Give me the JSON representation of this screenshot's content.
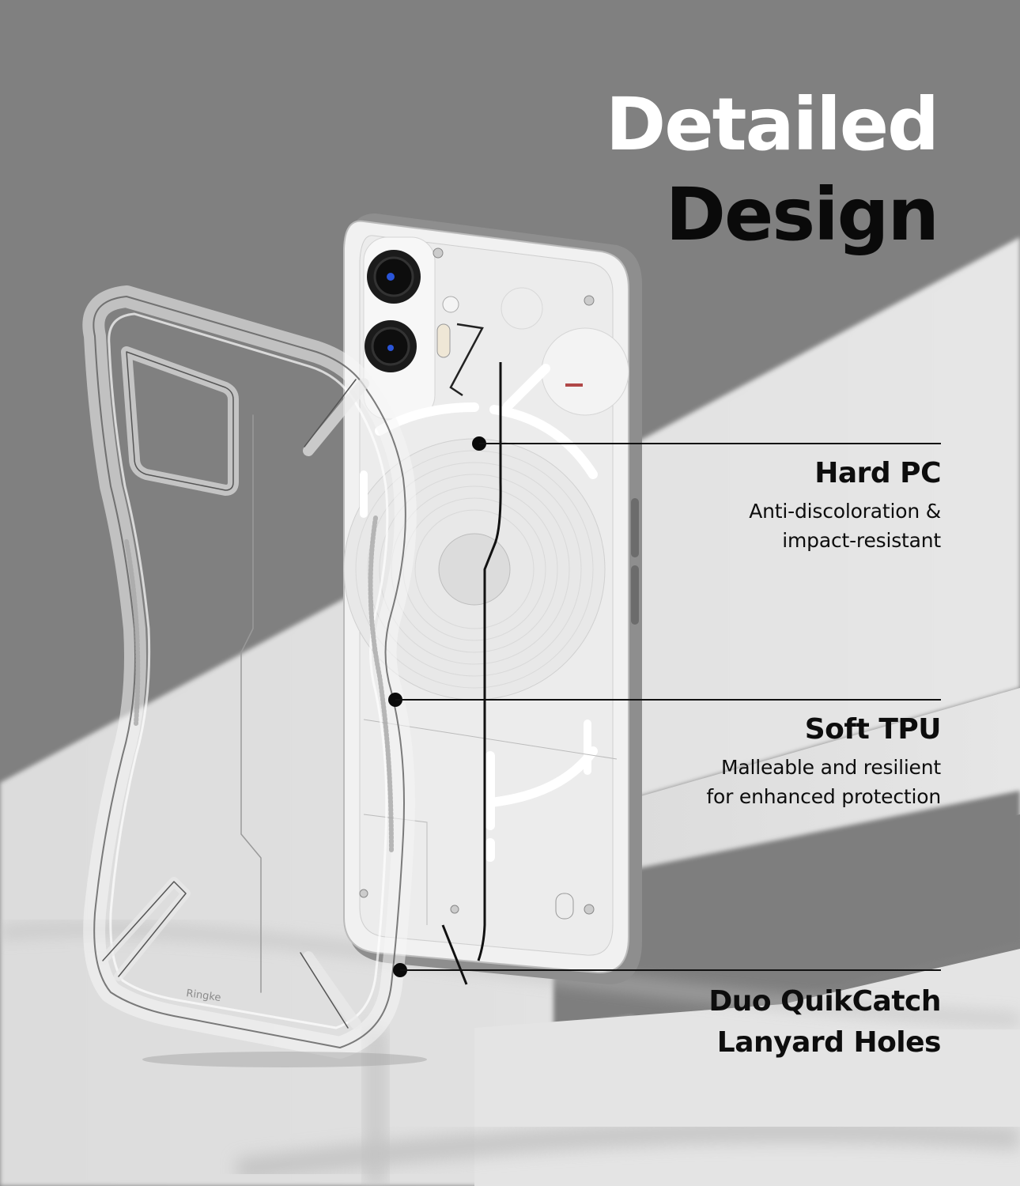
{
  "headline": {
    "line1": "Detailed",
    "line2": "Design",
    "line1_color": "#ffffff",
    "line2_color": "#0a0a0a"
  },
  "features": [
    {
      "title": "Hard PC",
      "description_lines": [
        "Anti-discoloration &",
        "impact-resistant"
      ],
      "pointer": "phone-back-panel"
    },
    {
      "title": "Soft TPU",
      "description_lines": [
        "Malleable and resilient",
        "for enhanced protection"
      ],
      "pointer": "case-side-bumper"
    },
    {
      "title_lines": [
        "Duo QuikCatch",
        "Lanyard Holes"
      ],
      "pointer": "case-bottom-corner"
    }
  ],
  "product": {
    "case_logo": "Ringke",
    "phone_color": "#f2f2f2",
    "frame_color": "#8a8a8a",
    "camera_lens_accent": "#2a55d8",
    "glyph_accent": "#b04848"
  },
  "colors": {
    "background_shadow": "#7f7f7f",
    "background_light": "#e4e4e4",
    "callout_line": "#111111"
  }
}
